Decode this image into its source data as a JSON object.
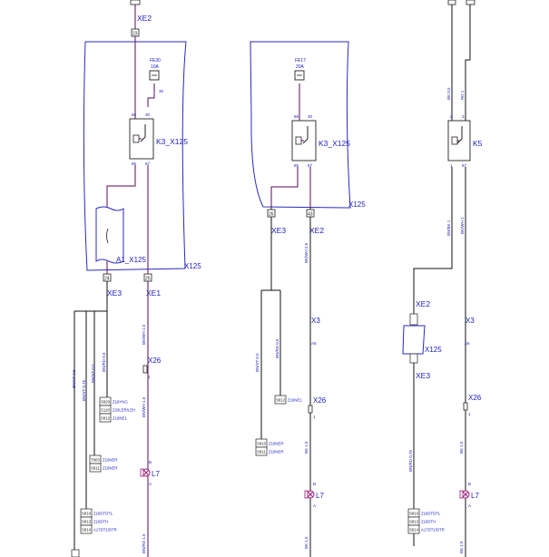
{
  "colors": {
    "outline": "#2a2ab8",
    "wire_purple": "#5a0a5a",
    "wire_black": "#111111",
    "label": "#2020c0"
  },
  "col1": {
    "top_connector": "XE2",
    "top_pin": "23",
    "fuse_name": "FE30",
    "fuse_rating": "10A",
    "fuse_pin": "30",
    "relay_pin_top_left": "86",
    "relay_pin_top_right": "30",
    "relay_pin_bot_left": "85",
    "relay_pin_bot_right": "87",
    "relay_label": "K3_X125",
    "module_label": "A1_X125",
    "box_label": "X125",
    "bottom_left_connector": "XE3",
    "bottom_left_pin": "24",
    "bottom_right_connector": "XE1",
    "bottom_right_pin": "25",
    "wire_labels_left": [
      "BN/VT 0.5",
      "BN/VT 0.75",
      "BN/VT 0.5",
      "BN/RD 0.5"
    ],
    "splice_group_a": [
      {
        "id": "S820",
        "name": "Z18YNG"
      },
      {
        "id": "S118",
        "name": "Z20LER/LEH"
      },
      {
        "id": "S812",
        "name": "Z16NE1"
      }
    ],
    "splice_group_b": [
      {
        "id": "T803",
        "name": "Z16NER"
      },
      {
        "id": "S811",
        "name": "Z16NER"
      }
    ],
    "splice_group_c": [
      {
        "id": "S810",
        "name": "Z16DTDTL"
      },
      {
        "id": "S813",
        "name": "Z16DTH"
      },
      {
        "id": "S814",
        "name": "A17DT1/DTR"
      }
    ],
    "wire_right_1": "BK/WH 1.5",
    "wire_right_2": "BK/WH 1.5",
    "wire_right_3": "BN/RD 1.5",
    "x26_label": "X26",
    "x26_pin": "1",
    "lamp_label": "L7",
    "lamp_pin_top": "B",
    "lamp_pin_bot": "A"
  },
  "col2": {
    "fuse_name": "FE17",
    "fuse_rating": "20A",
    "relay_pin_top_left": "86",
    "relay_pin_top_right": "30",
    "relay_pin_bot_left": "85",
    "relay_pin_bot_right": "87",
    "relay_label": "K3_X125",
    "box_label": "X125",
    "left_connector": "XE3",
    "left_pin": "26",
    "right_connector": "XE2",
    "right_pin": "43",
    "wire_left_1": "BN/VT 0.5",
    "wire_left_2": "BN/RD 0.5",
    "splice_a": [
      {
        "id": "S812",
        "name": "Z16NE1"
      }
    ],
    "splice_b": [
      {
        "id": "S810",
        "name": "Z16NER"
      },
      {
        "id": "S811",
        "name": "Z16NER"
      }
    ],
    "wire_right_1": "BK/WH 2.5",
    "x3_label": "X3",
    "x3_pin": "A6",
    "x26_label": "X26",
    "x26_pin": "1",
    "wire_right_2": "BK 1.5",
    "lamp_label": "L7",
    "lamp_pin_top": "B",
    "lamp_pin_bot": "A",
    "wire_right_3": "BK 1.5"
  },
  "col3": {
    "wire_top_1": "BK 0.5",
    "wire_top_2": "RD 1",
    "relay_pin_top_left": "2",
    "relay_pin_top_right": "3",
    "relay_pin_bot_left": "1",
    "relay_pin_bot_right": "87",
    "relay_label": "K5",
    "wire_mid_1": "BN/BK 1",
    "wire_mid_2": "BK/WH 1",
    "xe2_label": "XE2",
    "x125_label": "X125",
    "xe3_label": "XE3",
    "x3_label": "X3",
    "x3_pin": "A6",
    "wire_low_1": "BN/RD 0.75",
    "x26_label": "X26",
    "x26_pin": "1",
    "wire_low_2": "BK 1.5",
    "lamp_label": "L7",
    "lamp_pin_top": "B",
    "lamp_pin_bot": "A",
    "wire_low_3": "BK 1.5",
    "splice_c": [
      {
        "id": "S810",
        "name": "Z16DTDTL"
      },
      {
        "id": "S813",
        "name": "Z16DTH"
      },
      {
        "id": "S814",
        "name": "A17DT1/DTR"
      }
    ]
  }
}
